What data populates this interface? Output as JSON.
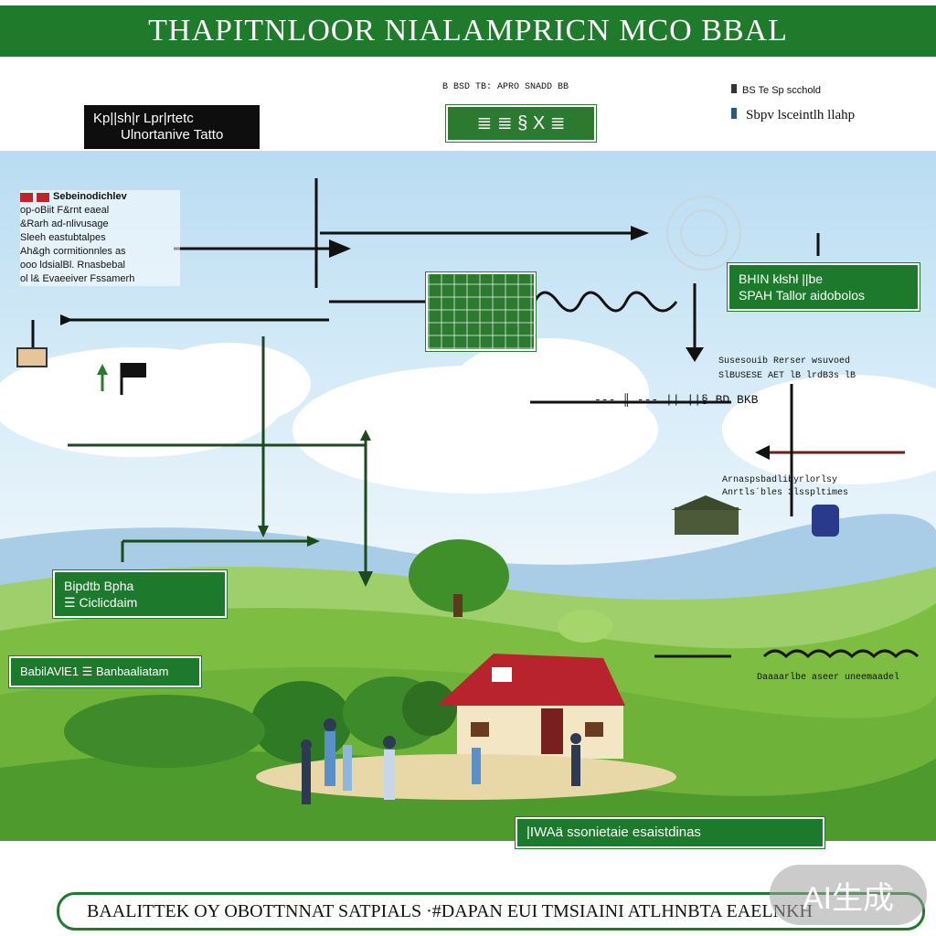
{
  "header": {
    "title": "THAPITNLOOR NIALAMPRICN MCO BBAL"
  },
  "left_panel": {
    "black_label_line1": "Kp||sh|r Lpr|rtetc",
    "black_label_line2": "Ulnortanive Tatto",
    "red_title": "Sebeinodichlev",
    "lines": [
      "op-oBiit F&rnt eaeal",
      "&Rarh ad-nlivusage",
      "Sleeh eastubtalpes",
      "Ah&gh cormitionnles as",
      "ooo ldsialBl. Rnasbebal",
      "ol l& Evaeeiver Fssamerh"
    ]
  },
  "top_center": {
    "caption": "B BSD TB: APRO SNADD BB",
    "panel_text": "≣ ≣ § X ≣"
  },
  "top_right": {
    "legend_1": "BS Te Sp scchold",
    "legend_2": "Sbpv lsceintlh llahp"
  },
  "right_green_box": {
    "line1": "BHIN kłshł ||be",
    "line2": "SPAH Tallor aidobolos"
  },
  "mid_right_caption": "Susesouib Rerser wsuvoed",
  "mid_right_caption2": "SlBUSESE AET lB lrdB3s lB",
  "mid_center_readout": "--- ║ --- || ||§ BD BKB",
  "right_small_caption1": "Arnaspsbadlibyrlorlsy",
  "right_small_caption2": "Anrtls´bles 3lsspltimes",
  "left_green_box": {
    "line1": "Bipdtb Bpha",
    "line2": "☰ Ciclicdaim"
  },
  "lower_left_label": "BabilAVlE1 ☰ Banbaaliatam",
  "right_fence_caption": "Daaaarlbe aseer uneemaadel",
  "bottom_center_label": "|IWAä ssonietaie esaistdinas",
  "footer": {
    "text": "BAALITTEK OY OBOTTNNAT SATPIALS ·#DAPAN EUI TMSIAINI ATLHNBTA EAELNKH"
  },
  "watermark": {
    "text": "AI生成"
  },
  "colors": {
    "brand_green": "#1f7a2c",
    "sky": "#b9dcf2",
    "grass": "#6fb23a",
    "barn_red": "#b8232d"
  }
}
